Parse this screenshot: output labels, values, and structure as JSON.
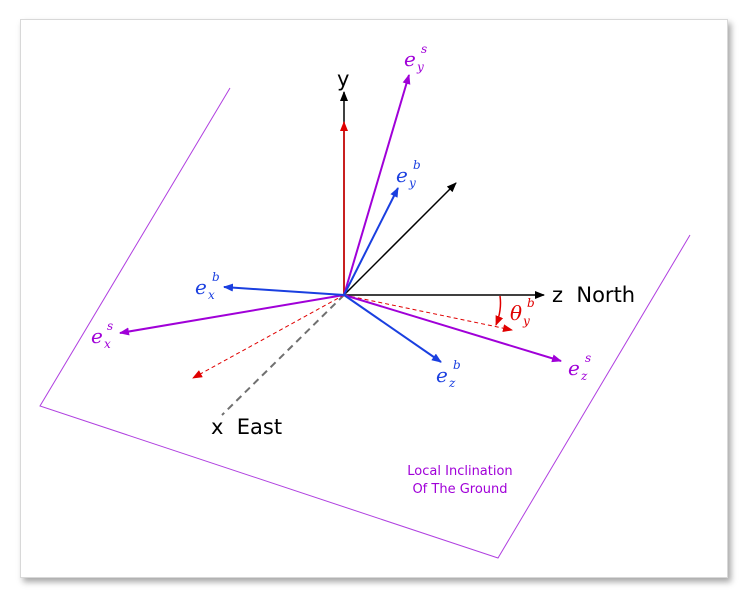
{
  "axes": {
    "y_label": "y",
    "z_label": "z  North",
    "x_label": "x  East"
  },
  "vectors": {
    "sensor_y": {
      "base": "e",
      "sub": "y",
      "sup": "s"
    },
    "body_y": {
      "base": "e",
      "sub": "y",
      "sup": "b"
    },
    "body_x": {
      "base": "e",
      "sub": "x",
      "sup": "b"
    },
    "sensor_x": {
      "base": "e",
      "sub": "x",
      "sup": "s"
    },
    "body_z": {
      "base": "e",
      "sub": "z",
      "sup": "b"
    },
    "sensor_z": {
      "base": "e",
      "sub": "z",
      "sup": "s"
    }
  },
  "angle": {
    "base": "θ",
    "sub": "y",
    "sup": "b"
  },
  "plane_caption": {
    "line1": "Local Inclination",
    "line2": "Of The Ground"
  },
  "colors": {
    "sensor": "#a000d8",
    "body": "#1a3fe0",
    "reference": "#000000",
    "angle": "#e00000",
    "plane": "#b040e0",
    "east_axis": "#707070"
  }
}
